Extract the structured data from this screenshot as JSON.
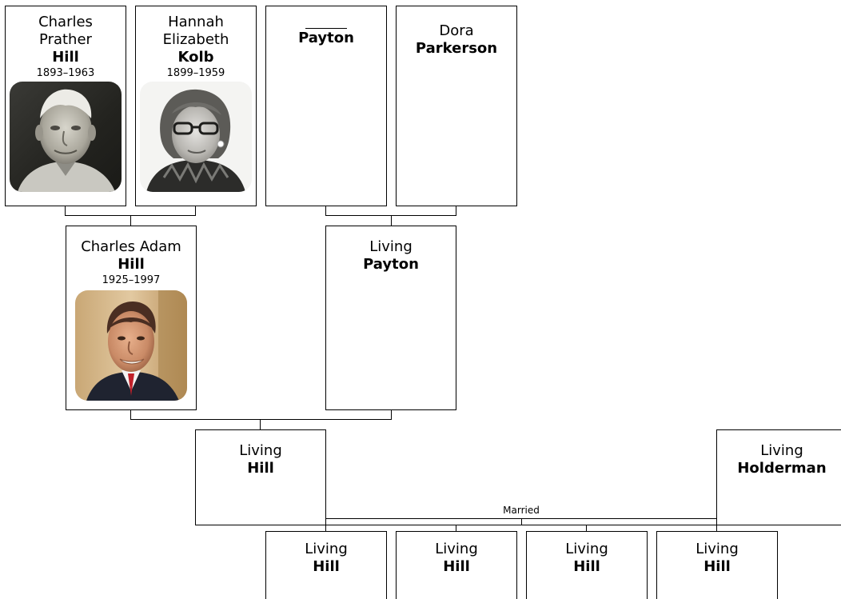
{
  "people": {
    "charles_prather": {
      "given": "Charles\nPrather",
      "surname": "Hill",
      "dates": "1893–1963"
    },
    "hannah_elizabeth": {
      "given": "Hannah\nElizabeth",
      "surname": "Kolb",
      "dates": "1899–1959"
    },
    "payton_unknown": {
      "surname": "Payton"
    },
    "dora": {
      "given": "Dora",
      "surname": "Parkerson"
    },
    "charles_adam": {
      "given": "Charles Adam",
      "surname": "Hill",
      "dates": "1925–1997"
    },
    "living_payton": {
      "given": "Living",
      "surname": "Payton"
    },
    "living_hill": {
      "given": "Living",
      "surname": "Hill"
    },
    "living_holderman": {
      "given": "Living",
      "surname": "Holderman"
    },
    "child_1": {
      "given": "Living",
      "surname": "Hill"
    },
    "child_2": {
      "given": "Living",
      "surname": "Hill"
    },
    "child_3": {
      "given": "Living",
      "surname": "Hill"
    },
    "child_4": {
      "given": "Living",
      "surname": "Hill"
    }
  },
  "union": {
    "married_label": "Married"
  },
  "colors": {
    "border": "#000000",
    "background": "#ffffff"
  }
}
